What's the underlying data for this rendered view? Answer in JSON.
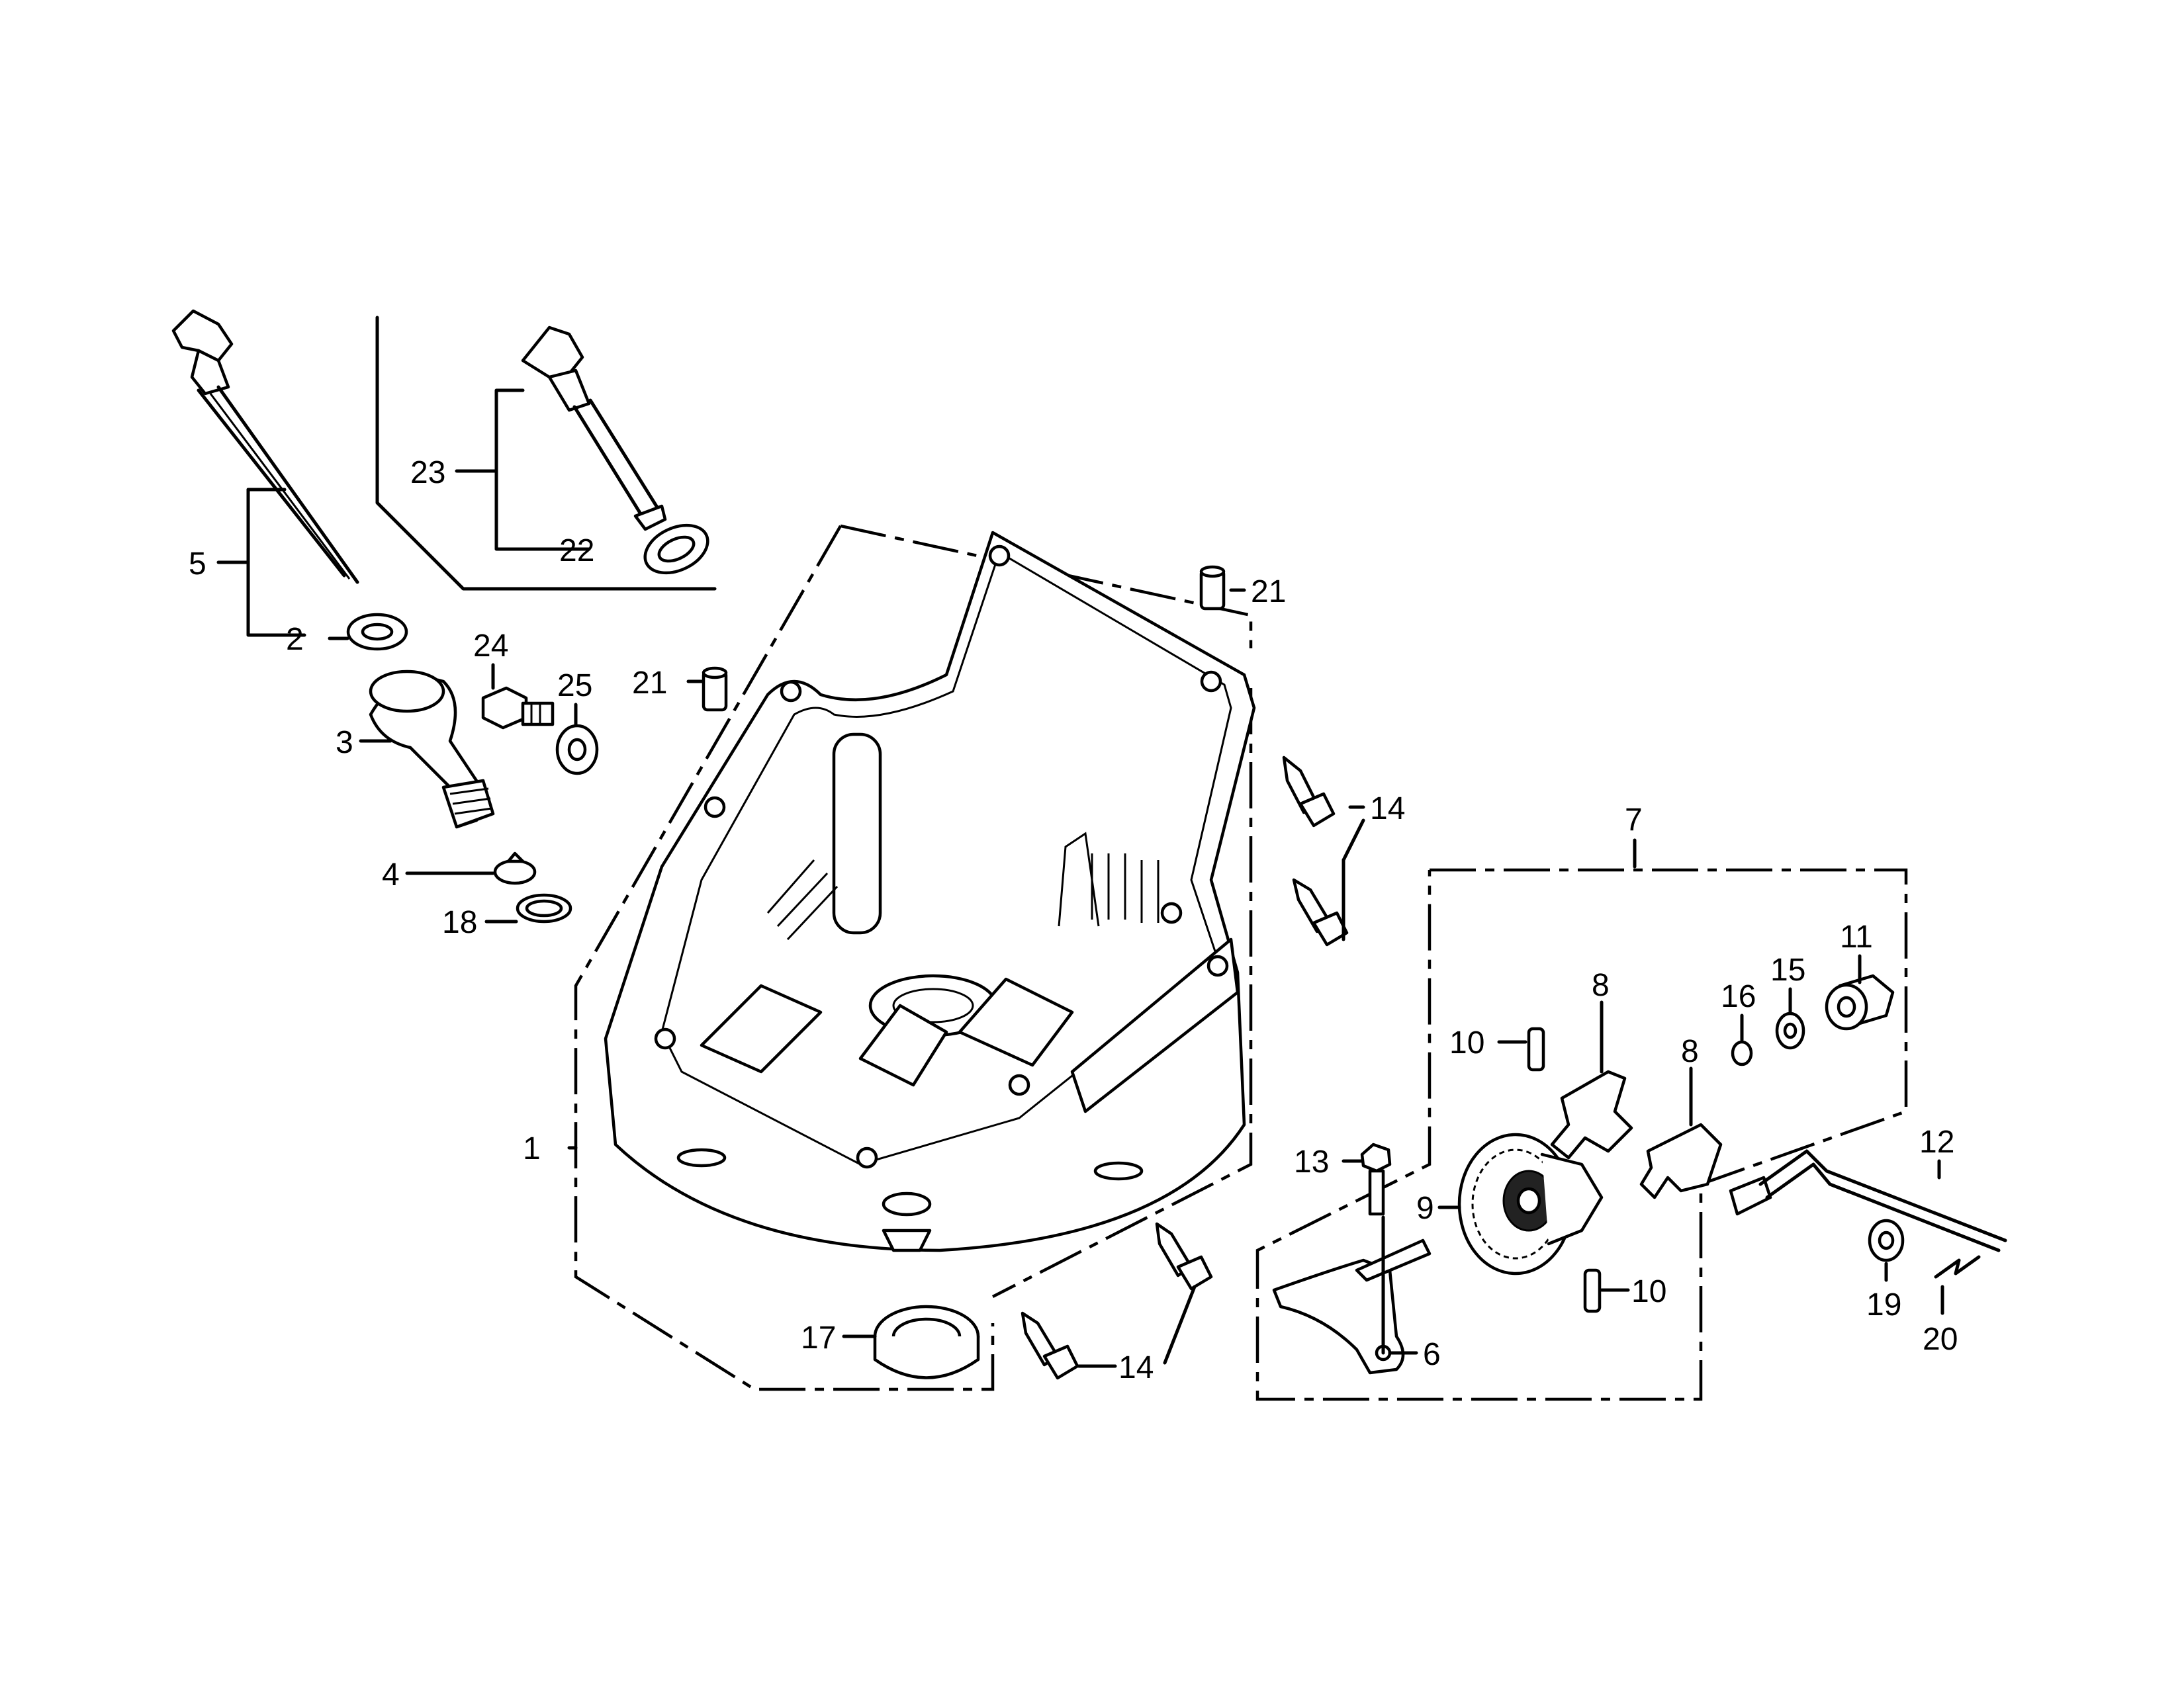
{
  "callouts": [
    {
      "id": "c1",
      "label": "1"
    },
    {
      "id": "c2",
      "label": "2"
    },
    {
      "id": "c3",
      "label": "3"
    },
    {
      "id": "c4",
      "label": "4"
    },
    {
      "id": "c5",
      "label": "5"
    },
    {
      "id": "c6",
      "label": "6"
    },
    {
      "id": "c7",
      "label": "7"
    },
    {
      "id": "c8a",
      "label": "8"
    },
    {
      "id": "c8b",
      "label": "8"
    },
    {
      "id": "c9",
      "label": "9"
    },
    {
      "id": "c10a",
      "label": "10"
    },
    {
      "id": "c10b",
      "label": "10"
    },
    {
      "id": "c11",
      "label": "11"
    },
    {
      "id": "c12",
      "label": "12"
    },
    {
      "id": "c13",
      "label": "13"
    },
    {
      "id": "c14a",
      "label": "14"
    },
    {
      "id": "c14b",
      "label": "14"
    },
    {
      "id": "c14c",
      "label": "14"
    },
    {
      "id": "c15",
      "label": "15"
    },
    {
      "id": "c16",
      "label": "16"
    },
    {
      "id": "c17",
      "label": "17"
    },
    {
      "id": "c18",
      "label": "18"
    },
    {
      "id": "c19",
      "label": "19"
    },
    {
      "id": "c20",
      "label": "20"
    },
    {
      "id": "c21a",
      "label": "21"
    },
    {
      "id": "c21b",
      "label": "21"
    },
    {
      "id": "c22",
      "label": "22"
    },
    {
      "id": "c23",
      "label": "23"
    },
    {
      "id": "c24",
      "label": "24"
    },
    {
      "id": "c25",
      "label": "25"
    }
  ]
}
